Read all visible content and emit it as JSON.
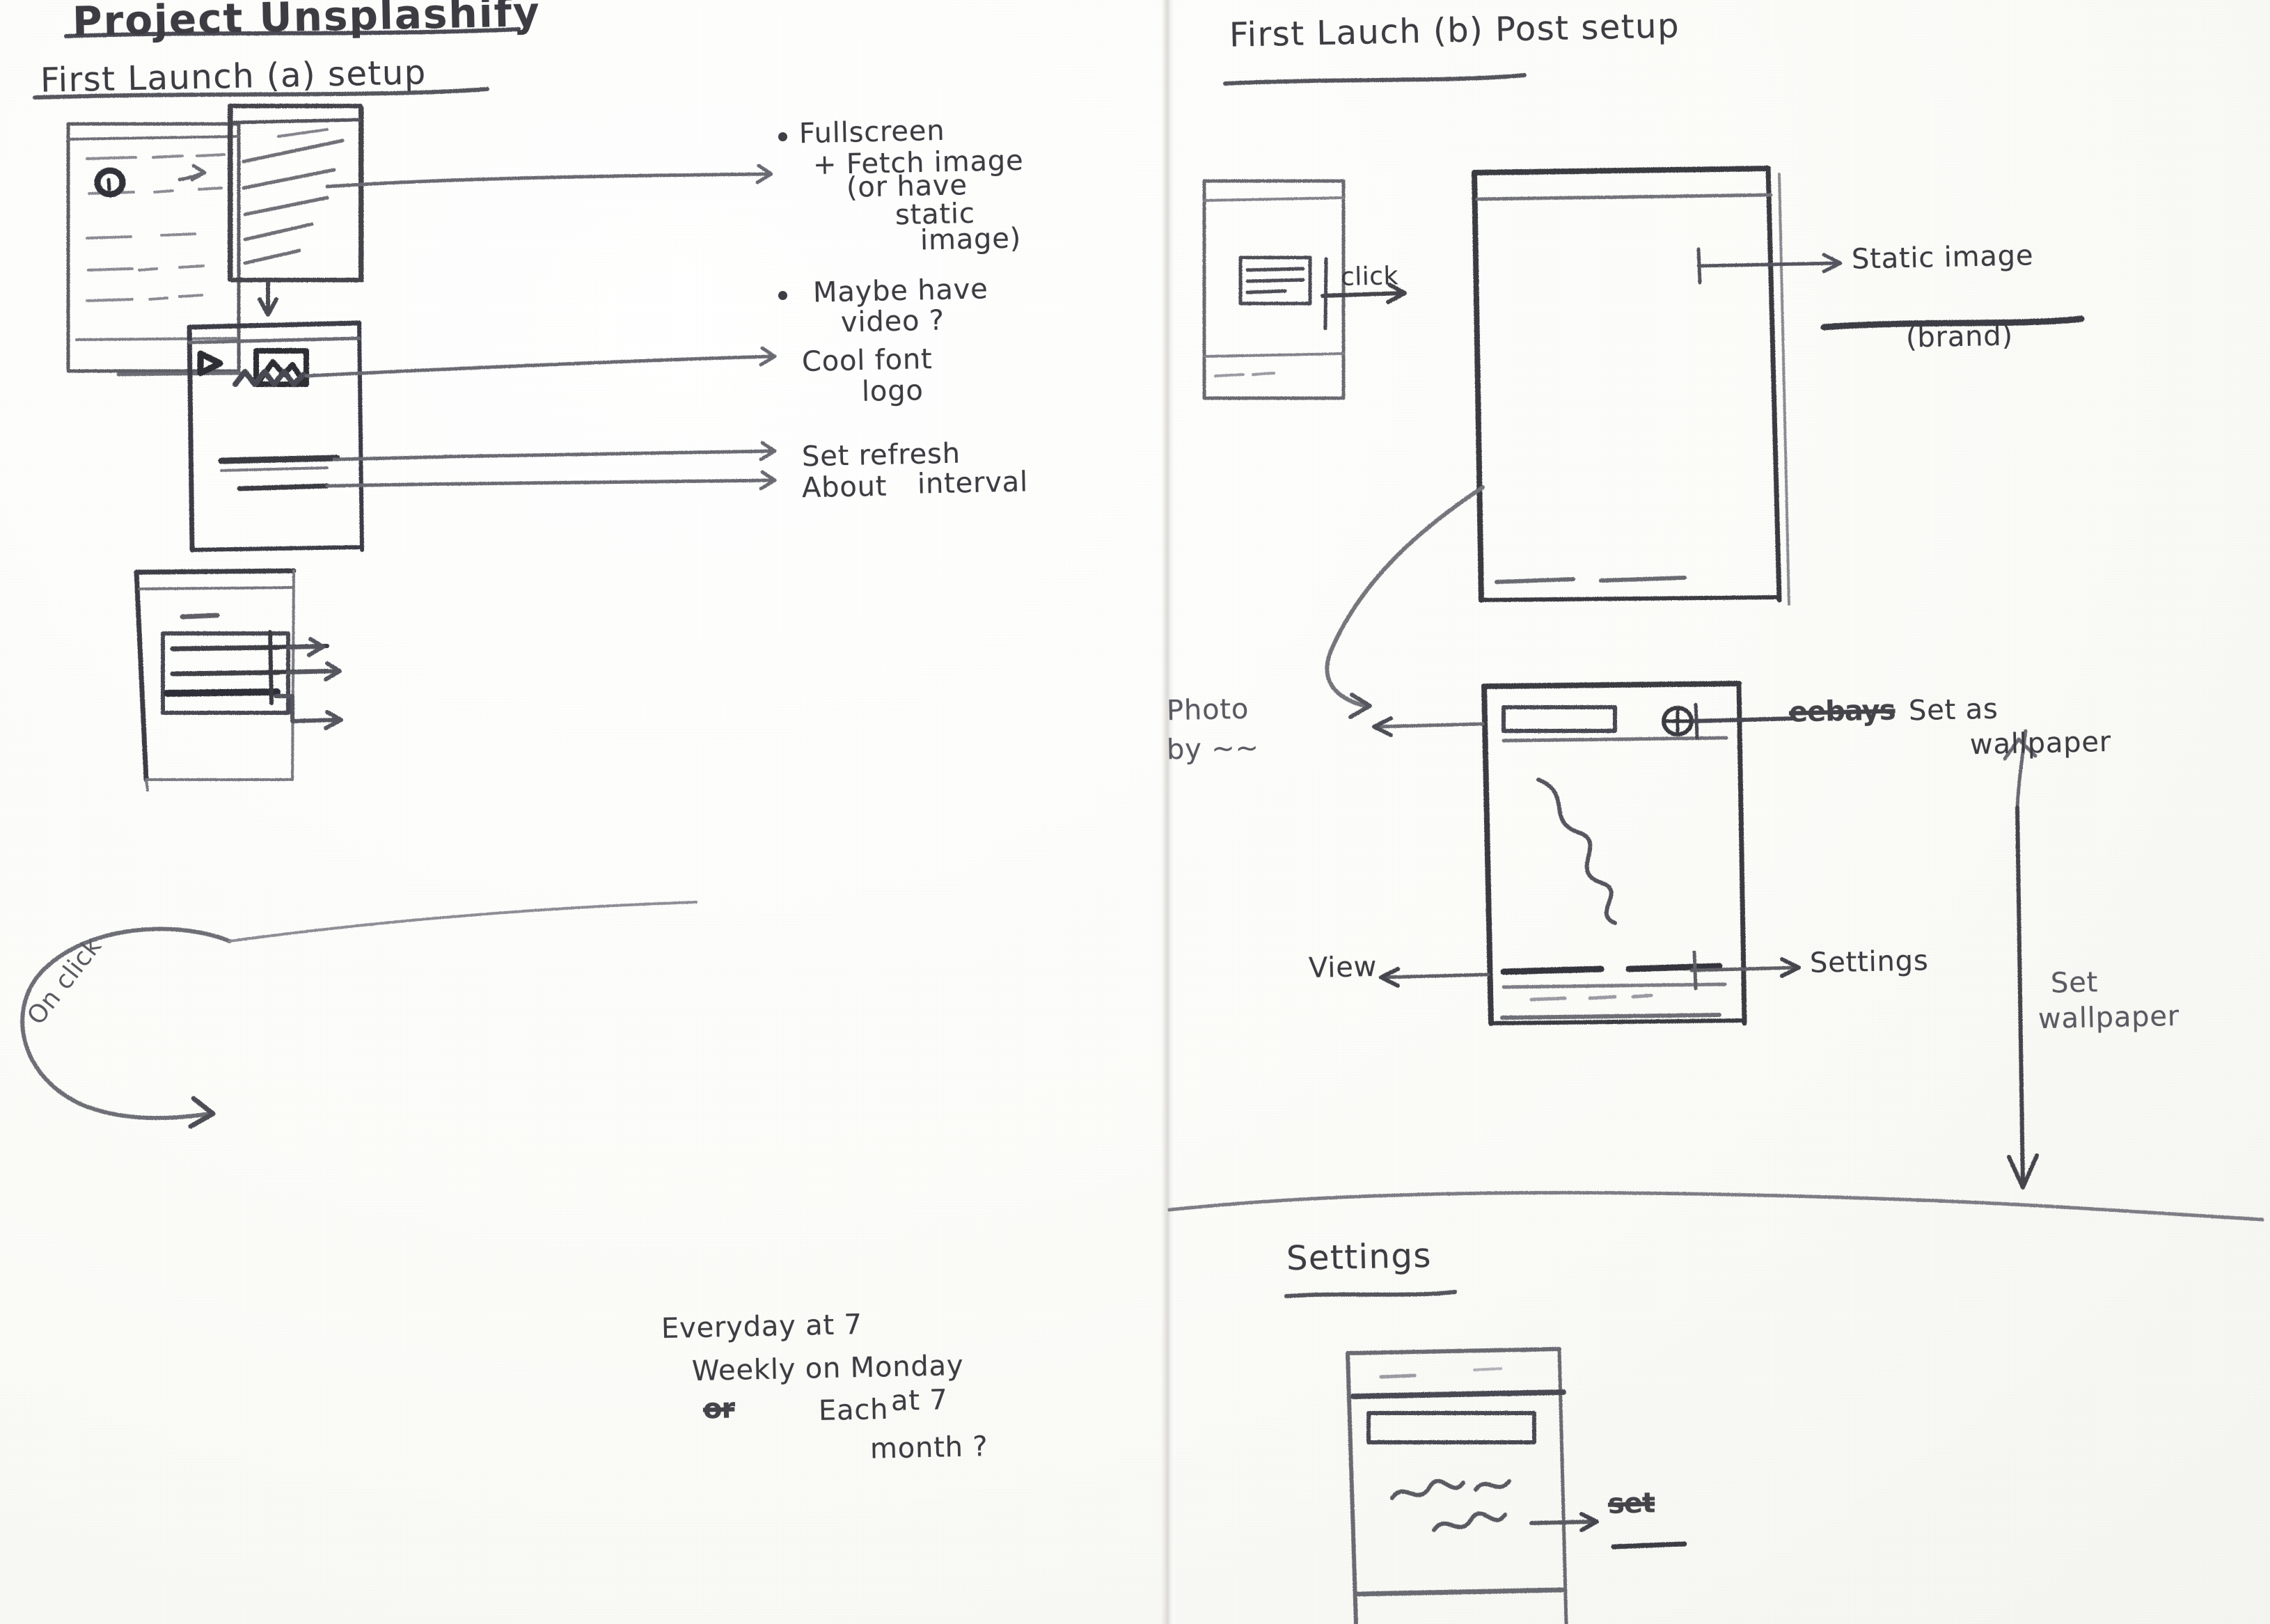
{
  "document": {
    "kind": "hand-drawn notebook sketch",
    "title": "Project Unsplashify"
  },
  "left_page": {
    "title": "Project Unsplashify",
    "section_heading": "First Launch (a) setup",
    "splash_notes": [
      "Fullscreen",
      "+ Fetch image",
      "(or have",
      "static",
      "image)",
      "Maybe have",
      "video ?"
    ],
    "bullets": [
      {
        "lines": [
          "Fullscreen",
          "+ Fetch image"
        ]
      },
      {
        "lines": [
          "(or have",
          "static",
          "image)"
        ]
      },
      {
        "lines": [
          "Maybe have",
          "video ?"
        ]
      }
    ],
    "home_screen_notes": [
      "Cool font",
      "logo",
      "Set refresh",
      "interval",
      "About"
    ],
    "flow_label": "On click",
    "schedule_options": [
      "Everyday at 7",
      "Weekly on Monday",
      "at 7",
      "Each",
      "month ?"
    ],
    "schedule_struck_word": "or",
    "wireframes": [
      {
        "name": "splash-small",
        "icon": "circle-icon"
      },
      {
        "name": "splash-large",
        "icon": "diagonal-lines"
      },
      {
        "name": "home-screen",
        "icons": [
          "play-triangle-icon",
          "image-icon"
        ],
        "logo": "zigzag-wordmark"
      },
      {
        "name": "refresh-interval-screen",
        "rows": 3
      }
    ]
  },
  "right_page": {
    "section_heading": "First Lauch (b) Post setup",
    "click_label": "click",
    "static_image_note": "Static image",
    "static_image_sub": "(brand)",
    "photo_by_label": "Photo\nby ~~",
    "photo_by_line1": "Photo",
    "photo_by_line2": "by ~~",
    "set_as_wallpaper_struck": "eebays",
    "set_as_wallpaper": "Set as",
    "set_as_wallpaper_line2": "wallpaper",
    "view_label": "View",
    "settings_label": "Settings",
    "set_wallpaper_line1": "Set",
    "set_wallpaper_line2": "wallpaper",
    "settings_heading": "Settings",
    "settings_squiggle": "~~~ ~~",
    "settings_struck_word": "set",
    "wireframes": [
      {
        "name": "small-card-screen"
      },
      {
        "name": "fullscreen-photo"
      },
      {
        "name": "photo-detail-screen",
        "icon": "gear-icon"
      },
      {
        "name": "settings-screen"
      }
    ]
  },
  "icons": {
    "circle": "circle-icon",
    "play": "play-triangle-icon",
    "image": "image-icon",
    "gear": "gear-icon"
  },
  "colors": {
    "ink": "#4a4a52",
    "ink_light": "#78787f",
    "paper": "#fcfcfa"
  }
}
